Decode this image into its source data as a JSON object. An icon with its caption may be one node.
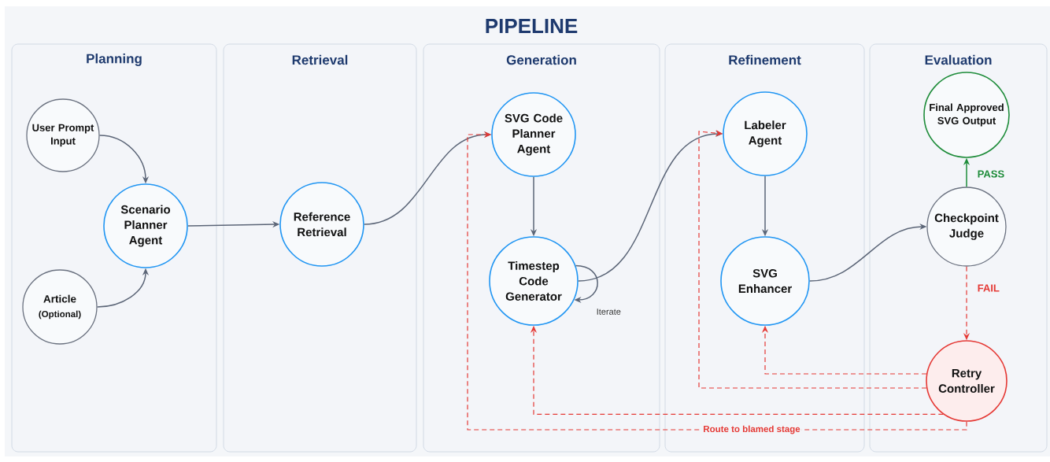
{
  "diagram": {
    "title": "PIPELINE",
    "nodes": [
      {
        "text": [
          "Planning"
        ]
      },
      {
        "text": [
          "Retrieval"
        ]
      },
      {
        "text": [
          "Generation"
        ]
      },
      {
        "text": [
          "Refinement"
        ]
      },
      {
        "text": [
          "Evaluation"
        ]
      },
      {
        "text": [
          "User Prompt Input"
        ],
        "in": 0
      },
      {
        "text": [
          "Scenario Planner Agent"
        ],
        "in": 0
      },
      {
        "text": [
          "Article",
          "(Optional)"
        ],
        "in": 0
      },
      {
        "text": [
          "Reference Retrieval"
        ],
        "in": 1
      },
      {
        "text": [
          "SVG Code Planner Agent"
        ],
        "in": 2
      },
      {
        "text": [
          "Timestep Code Generator"
        ],
        "in": 2
      },
      {
        "text": [
          "Labeler Agent"
        ],
        "in": 3
      },
      {
        "text": [
          "SVG Enhancer"
        ],
        "in": 3
      },
      {
        "text": [
          "Final Approved SVG Output"
        ],
        "in": 4
      },
      {
        "text": [
          "Checkpoint Judge"
        ],
        "in": 4
      },
      {
        "text": [
          "Retry Controller"
        ],
        "in": 4
      }
    ],
    "edges": [
      {
        "from": 5,
        "to": 6,
        "arrow": "to"
      },
      {
        "from": 7,
        "to": 6,
        "arrow": "to"
      },
      {
        "from": 6,
        "to": 8,
        "arrow": "to"
      },
      {
        "from": 8,
        "to": 9,
        "arrow": "to"
      },
      {
        "from": 9,
        "to": 10,
        "arrow": "to"
      },
      {
        "from": 10,
        "to": 10,
        "arrow": "to",
        "label": "Iterate"
      },
      {
        "from": 10,
        "to": 11,
        "arrow": "to"
      },
      {
        "from": 11,
        "to": 12,
        "arrow": "to"
      },
      {
        "from": 12,
        "to": 14,
        "arrow": "to"
      },
      {
        "from": 14,
        "to": 13,
        "arrow": "to",
        "label": "PASS",
        "color": "#1e8c3a"
      },
      {
        "from": 14,
        "to": 15,
        "arrow": "to",
        "label": "FAIL",
        "style": "dashed",
        "color": "#e53935"
      },
      {
        "from": 15,
        "to": 12,
        "arrow": "to",
        "style": "dashed",
        "color": "#e53935"
      },
      {
        "from": 15,
        "to": 11,
        "arrow": "to",
        "style": "dashed",
        "color": "#e53935"
      },
      {
        "from": 15,
        "to": 10,
        "arrow": "to",
        "style": "dashed",
        "color": "#e53935"
      },
      {
        "from": 15,
        "to": 9,
        "arrow": "to",
        "label": "Route to blamed stage",
        "style": "dashed",
        "color": "#e53935"
      }
    ]
  }
}
